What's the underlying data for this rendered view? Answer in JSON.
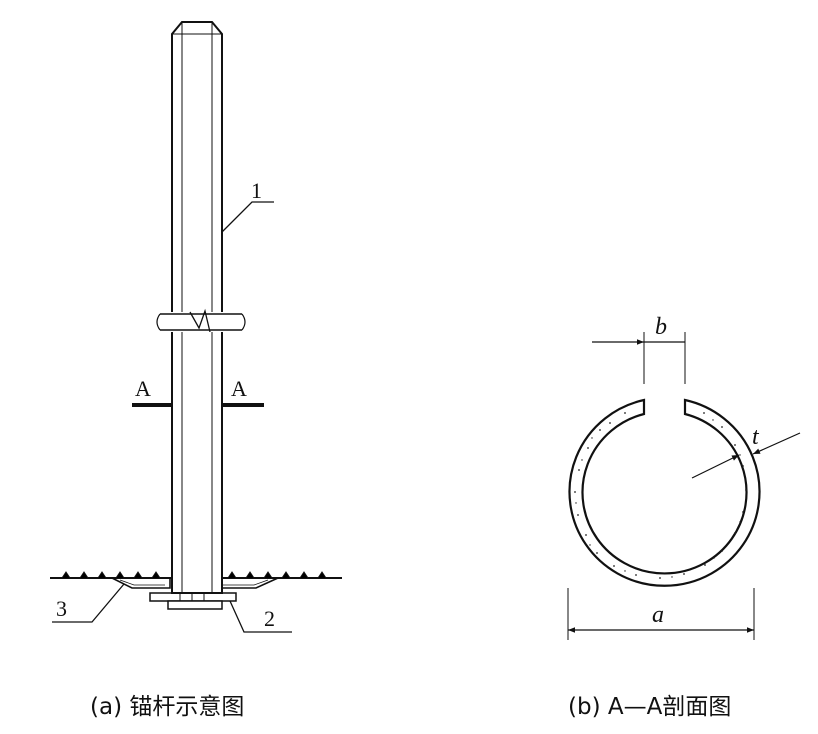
{
  "figure_a": {
    "caption": "(a)  锚杆示意图",
    "callout_1": "1",
    "callout_2": "2",
    "callout_3": "3",
    "section_left": "A",
    "section_right": "A"
  },
  "figure_b": {
    "caption": "(b)  A—A剖面图",
    "dim_gap": "b",
    "dim_thickness": "t",
    "dim_diameter": "a"
  },
  "colors": {
    "ink": "#111111",
    "background": "#ffffff"
  }
}
